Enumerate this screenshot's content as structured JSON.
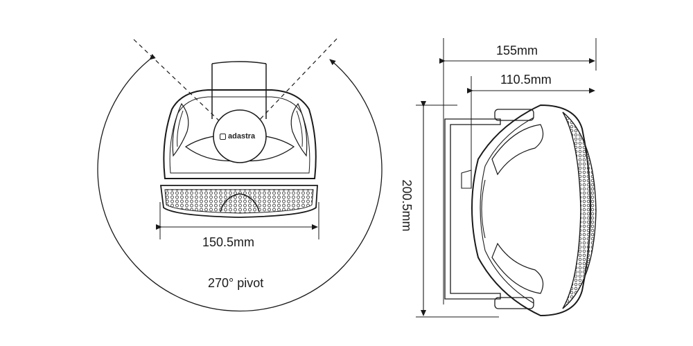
{
  "labels": {
    "pivot": "270° pivot",
    "front_width": "150.5mm",
    "total_depth": "155mm",
    "body_depth": "110.5mm",
    "height": "200.5mm"
  },
  "brand": {
    "name": "adastra"
  },
  "colors": {
    "line": "#1a1a1a",
    "background": "#ffffff",
    "grille": "#555555"
  }
}
